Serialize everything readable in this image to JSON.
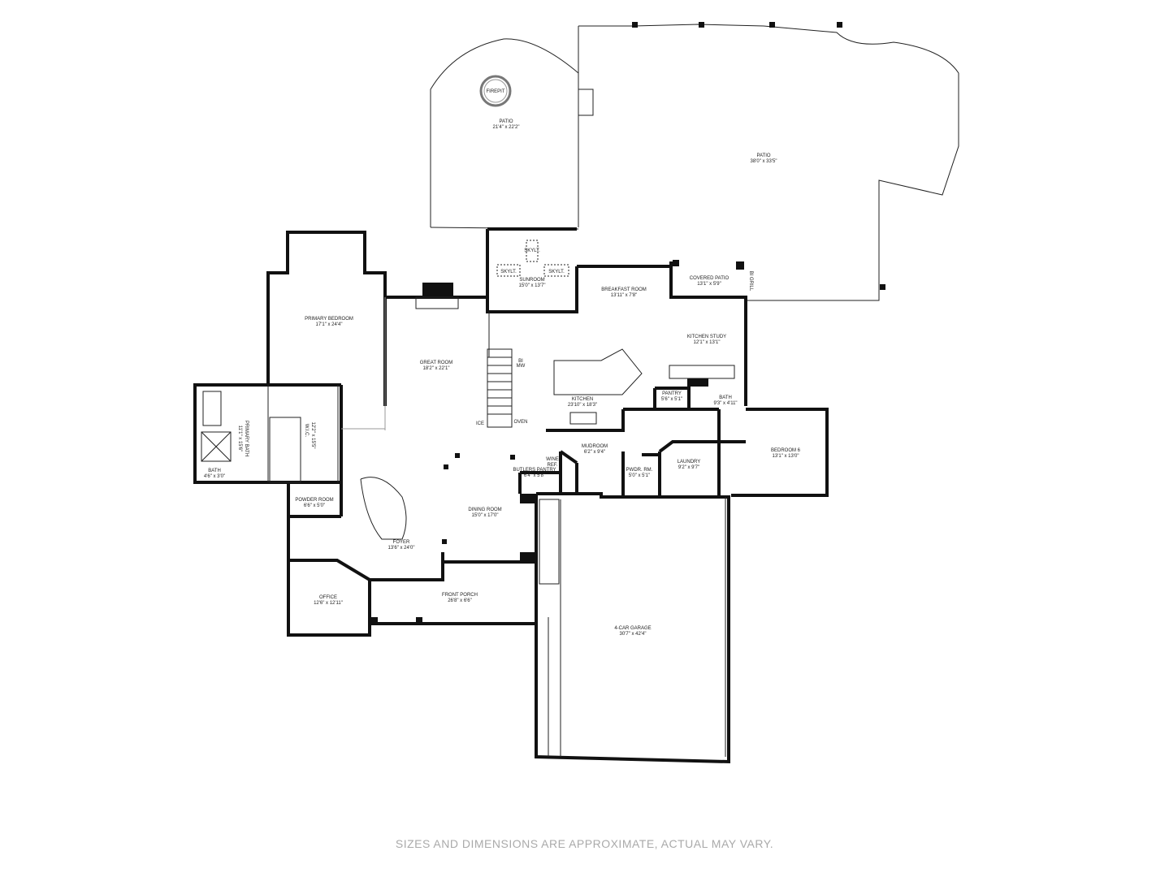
{
  "rooms": [
    {
      "id": "patio-1",
      "name": "PATIO",
      "size": "21'4\" x 22'2\""
    },
    {
      "id": "patio-2",
      "name": "PATIO",
      "size": "38'0\" x 33'5\""
    },
    {
      "id": "sunroom",
      "name": "SUNROOM",
      "size": "15'0\" x 13'7\""
    },
    {
      "id": "breakfast-room",
      "name": "BREAKFAST ROOM",
      "size": "13'11\" x 7'8\""
    },
    {
      "id": "covered-patio",
      "name": "COVERED PATIO",
      "size": "13'1\" x 5'9\""
    },
    {
      "id": "kitchen-study",
      "name": "KITCHEN STUDY",
      "size": "12'1\" x 13'1\""
    },
    {
      "id": "primary-bedroom",
      "name": "PRIMARY BEDROOM",
      "size": "17'1\" x 24'4\""
    },
    {
      "id": "great-room",
      "name": "GREAT ROOM",
      "size": "18'2\" x 22'1\""
    },
    {
      "id": "kitchen",
      "name": "KITCHEN",
      "size": "23'10\" x 18'3\""
    },
    {
      "id": "pantry",
      "name": "PANTRY",
      "size": "5'6\" x 5'1\""
    },
    {
      "id": "bath-1",
      "name": "BATH",
      "size": "9'3\" x 4'11\""
    },
    {
      "id": "bedroom-6",
      "name": "BEDROOM 6",
      "size": "13'1\" x 13'0\""
    },
    {
      "id": "mudroom",
      "name": "MUDROOM",
      "size": "6'2\" x 9'4\""
    },
    {
      "id": "laundry",
      "name": "LAUNDRY",
      "size": "9'2\" x 9'7\""
    },
    {
      "id": "pwdr-rm",
      "name": "PWDR. RM.",
      "size": "5'0\" x 5'1\""
    },
    {
      "id": "butlers-pantry",
      "name": "BUTLERS PANTRY",
      "size": "6'4\" x 5'8\""
    },
    {
      "id": "wic",
      "name": "W.I.C.",
      "size": "12'2\" x 15'5\""
    },
    {
      "id": "primary-bath",
      "name": "PRIMARY BATH",
      "size": "11'1\" x 15'6\""
    },
    {
      "id": "bath-2",
      "name": "BATH",
      "size": "4'6\" x 3'0\""
    },
    {
      "id": "powder-room",
      "name": "POWDER ROOM",
      "size": "6'6\" x 5'0\""
    },
    {
      "id": "dining-room",
      "name": "DINING ROOM",
      "size": "15'0\" x 17'0\""
    },
    {
      "id": "foyer",
      "name": "FOYER",
      "size": "13'6\" x 24'0\""
    },
    {
      "id": "office",
      "name": "OFFICE",
      "size": "12'6\" x 12'11\""
    },
    {
      "id": "front-porch",
      "name": "FRONT PORCH",
      "size": "26'8\" x 6'6\""
    },
    {
      "id": "garage",
      "name": "4-CAR GARAGE",
      "size": "30'7\" x 42'4\""
    }
  ],
  "fixtures": {
    "firepit": "FIREPIT",
    "skylight": "SKYLT.",
    "bi_grill": "BI GRILL",
    "bi": "BI",
    "mw": "MW",
    "oven": "OVEN",
    "ice": "ICE",
    "wine_ref_1": "WINE",
    "wine_ref_2": "REF."
  },
  "disclaimer": "SIZES AND DIMENSIONS ARE APPROXIMATE, ACTUAL MAY VARY."
}
